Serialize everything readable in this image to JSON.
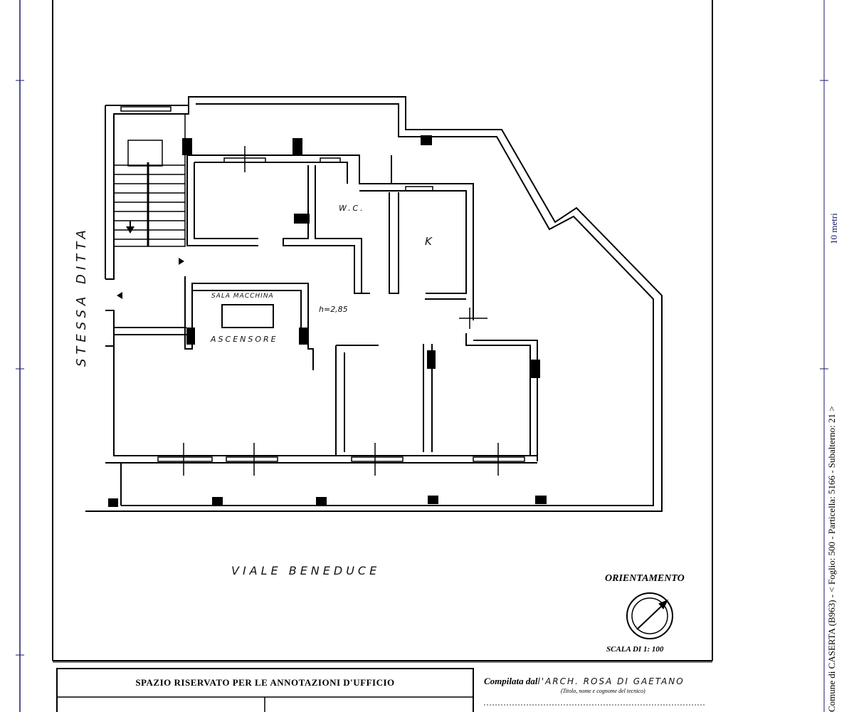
{
  "room_labels": {
    "wc": "W.C.",
    "k": "K",
    "sala_macchina": "SALA MACCHINA",
    "ascensore": "ASCENSORE",
    "height": "h=2,85"
  },
  "street_labels": {
    "viale": "VIALE BENEDUCE",
    "stessa_ditta": "STESSA DITTA"
  },
  "orientation": {
    "title": "ORIENTAMENTO",
    "scale": "SCALA DI 1: 100"
  },
  "office_box": {
    "title": "SPAZIO RISERVATO PER LE ANNOTAZIONI D'UFFICIO"
  },
  "compiled": {
    "prefix": "Compilata dal",
    "author": "l'ARCH. ROSA DI GAETANO",
    "caption": "(Titolo, nome e cognome del tecnico)"
  },
  "margin_notes": {
    "ten_meters": "10 metri",
    "cadastral": "Comune di CASERTA (B963) - < Foglio: 500 - Particella: 5166 - Subalterno: 21 >"
  },
  "colors": {
    "ink": "#000000",
    "margin_blue": "#1a1a6e",
    "page": "#ffffff"
  }
}
